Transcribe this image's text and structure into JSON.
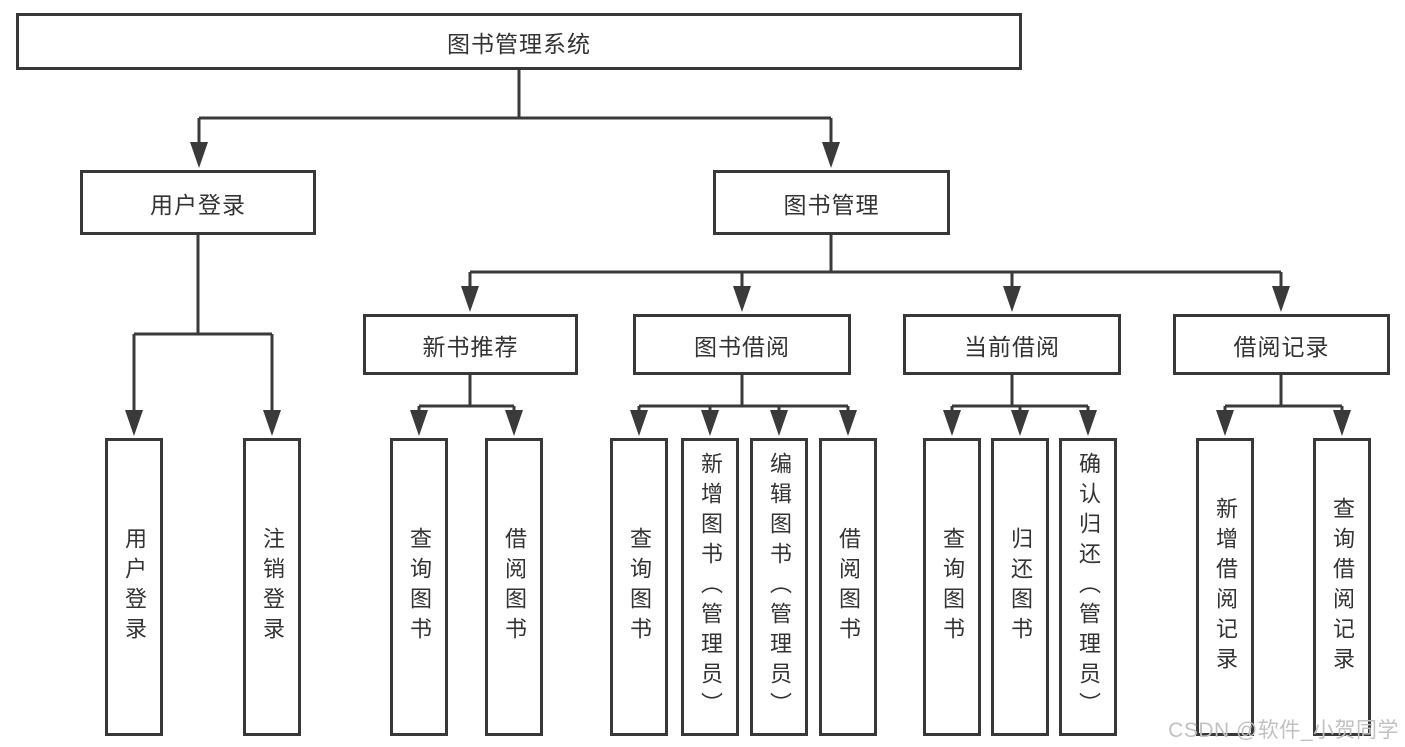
{
  "diagram": {
    "title": "图书管理系统",
    "branches": [
      {
        "label": "用户登录",
        "children": [
          {
            "label": "用户登录"
          },
          {
            "label": "注销登录"
          }
        ]
      },
      {
        "label": "图书管理",
        "children": [
          {
            "label": "新书推荐",
            "children": [
              {
                "label": "查询图书"
              },
              {
                "label": "借阅图书"
              }
            ]
          },
          {
            "label": "图书借阅",
            "children": [
              {
                "label": "查询图书"
              },
              {
                "label": "新增图书（管理员）"
              },
              {
                "label": "编辑图书（管理员）"
              },
              {
                "label": "借阅图书"
              }
            ]
          },
          {
            "label": "当前借阅",
            "children": [
              {
                "label": "查询图书"
              },
              {
                "label": "归还图书"
              },
              {
                "label": "确认归还（管理员）"
              }
            ]
          },
          {
            "label": "借阅记录",
            "children": [
              {
                "label": "新增借阅记录"
              },
              {
                "label": "查询借阅记录"
              }
            ]
          }
        ]
      }
    ]
  },
  "watermark": {
    "text": "CSDN @软件_小贺同学",
    "color": "#c1c1c1"
  },
  "colors": {
    "background": "#ffffff",
    "box_border": "#383838",
    "connector": "#3a3a3a",
    "text": "#333333"
  }
}
